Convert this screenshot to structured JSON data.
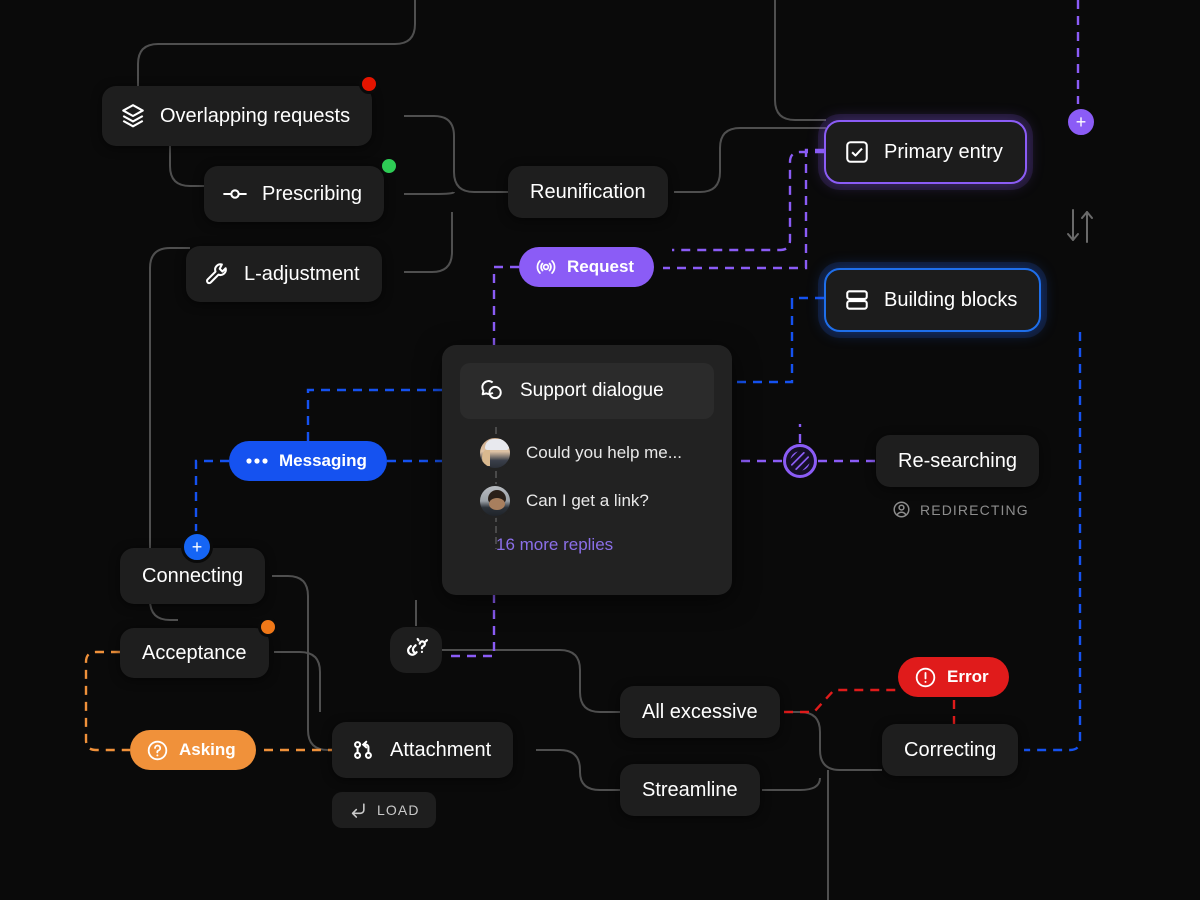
{
  "canvas": {
    "background": "#0a0a0a",
    "edge_color": "#4f4f4f",
    "accents": {
      "purple": "#8B5CF6",
      "blue": "#1552F0",
      "orange": "#F0913A",
      "red": "#E01B1B",
      "green": "#2ECC55"
    }
  },
  "nodes": {
    "overlapping_requests": {
      "label": "Overlapping requests",
      "icon": "layers-icon",
      "status": "red"
    },
    "prescribing": {
      "label": "Prescribing",
      "icon": "node-connector-icon",
      "status": "green"
    },
    "l_adjustment": {
      "label": "L-adjustment",
      "icon": "wrench-icon"
    },
    "reunification": {
      "label": "Reunification"
    },
    "primary_entry": {
      "label": "Primary entry",
      "icon": "checkbox-checked-icon",
      "accent": "#8B5CF6"
    },
    "building_blocks": {
      "label": "Building blocks",
      "icon": "rows-icon",
      "accent": "#1f6FEB"
    },
    "re_searching": {
      "label": "Re-searching"
    },
    "connecting": {
      "label": "Connecting"
    },
    "acceptance": {
      "label": "Acceptance",
      "status": "orange"
    },
    "attachment": {
      "label": "Attachment",
      "icon": "git-branch-icon"
    },
    "all_excessive": {
      "label": "All excessive"
    },
    "streamline": {
      "label": "Streamline"
    },
    "correcting": {
      "label": "Correcting"
    }
  },
  "pills": {
    "request": {
      "label": "Request",
      "icon": "broadcast-icon",
      "color": "#8B5CF6"
    },
    "messaging": {
      "label": "Messaging",
      "icon": "ellipsis-icon",
      "color": "#1552F0"
    },
    "asking": {
      "label": "Asking",
      "icon": "question-circle-icon",
      "color": "#F0913A"
    },
    "error": {
      "label": "Error",
      "icon": "alert-circle-icon",
      "color": "#E01B1B"
    }
  },
  "tags": {
    "load": {
      "label": "LOAD",
      "icon": "arrow-return-icon"
    },
    "redirecting": {
      "label": "REDIRECTING",
      "icon": "user-circle-icon"
    }
  },
  "dialogue_card": {
    "title": "Support dialogue",
    "icon": "chat-bubbles-icon",
    "messages": [
      {
        "text": "Could you help me...",
        "avatar": "avatar-woman"
      },
      {
        "text": "Can I get a link?",
        "avatar": "avatar-man"
      }
    ],
    "more_replies": "16 more replies"
  },
  "badges": {
    "primary_entry_add": "+",
    "connecting_add": "+"
  },
  "misc": {
    "sort_icon": "sort-updown-icon",
    "blocked_node_icon": "blocked-circle-icon",
    "broken_link_icon": "broken-link-question-icon"
  }
}
